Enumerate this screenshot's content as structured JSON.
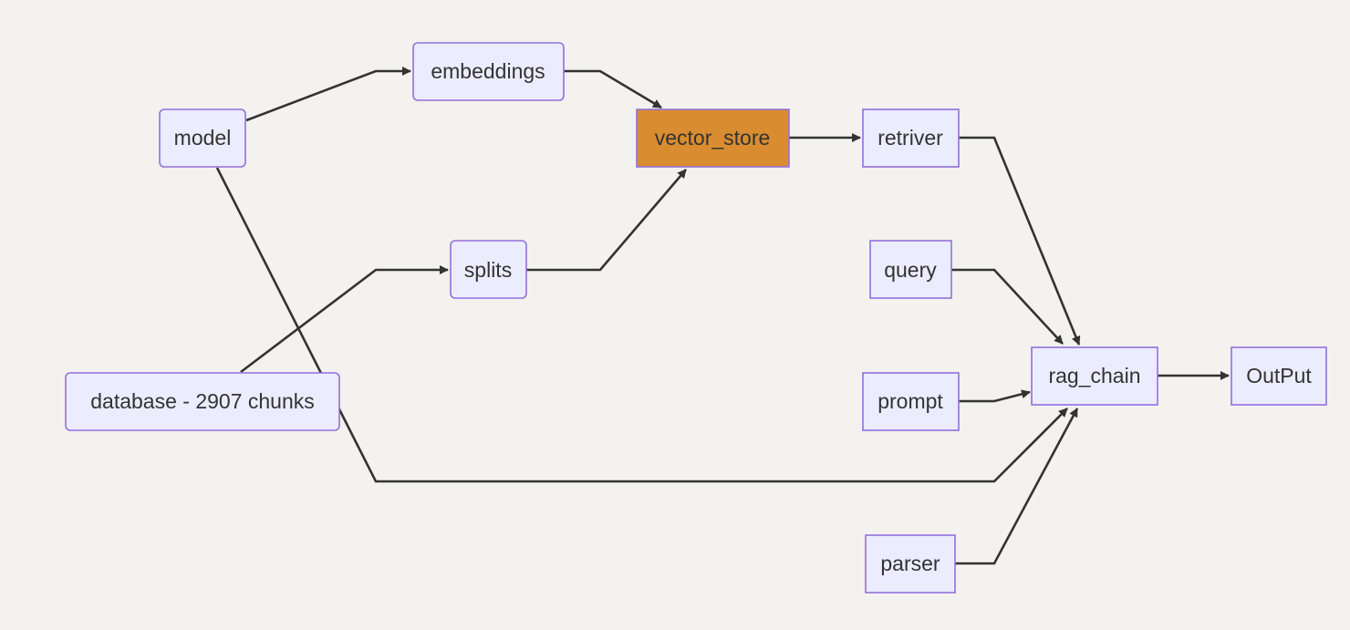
{
  "diagram": {
    "type": "flowchart",
    "nodes": [
      {
        "id": "model",
        "label": "model",
        "shape": "rounded"
      },
      {
        "id": "embeddings",
        "label": "embeddings",
        "shape": "rounded"
      },
      {
        "id": "splits",
        "label": "splits",
        "shape": "rounded"
      },
      {
        "id": "database",
        "label": "database - 2907 chunks",
        "shape": "rounded"
      },
      {
        "id": "vector_store",
        "label": "vector_store",
        "shape": "rect",
        "highlight_color": "#d98d30"
      },
      {
        "id": "retriver",
        "label": "retriver",
        "shape": "rect"
      },
      {
        "id": "query",
        "label": "query",
        "shape": "rect"
      },
      {
        "id": "prompt",
        "label": "prompt",
        "shape": "rect"
      },
      {
        "id": "parser",
        "label": "parser",
        "shape": "rect"
      },
      {
        "id": "rag_chain",
        "label": "rag_chain",
        "shape": "rect"
      },
      {
        "id": "output",
        "label": "OutPut",
        "shape": "rect"
      }
    ],
    "edges": [
      {
        "from": "model",
        "to": "embeddings"
      },
      {
        "from": "embeddings",
        "to": "vector_store"
      },
      {
        "from": "database",
        "to": "splits"
      },
      {
        "from": "splits",
        "to": "vector_store"
      },
      {
        "from": "vector_store",
        "to": "retriver"
      },
      {
        "from": "retriver",
        "to": "rag_chain"
      },
      {
        "from": "query",
        "to": "rag_chain"
      },
      {
        "from": "prompt",
        "to": "rag_chain"
      },
      {
        "from": "model",
        "to": "rag_chain"
      },
      {
        "from": "parser",
        "to": "rag_chain"
      },
      {
        "from": "rag_chain",
        "to": "output"
      }
    ],
    "colors": {
      "node_fill": "#ececff",
      "node_stroke": "#9370db",
      "edge": "#333333",
      "background": "#f3f2ef",
      "highlight": "#d98d30"
    }
  }
}
